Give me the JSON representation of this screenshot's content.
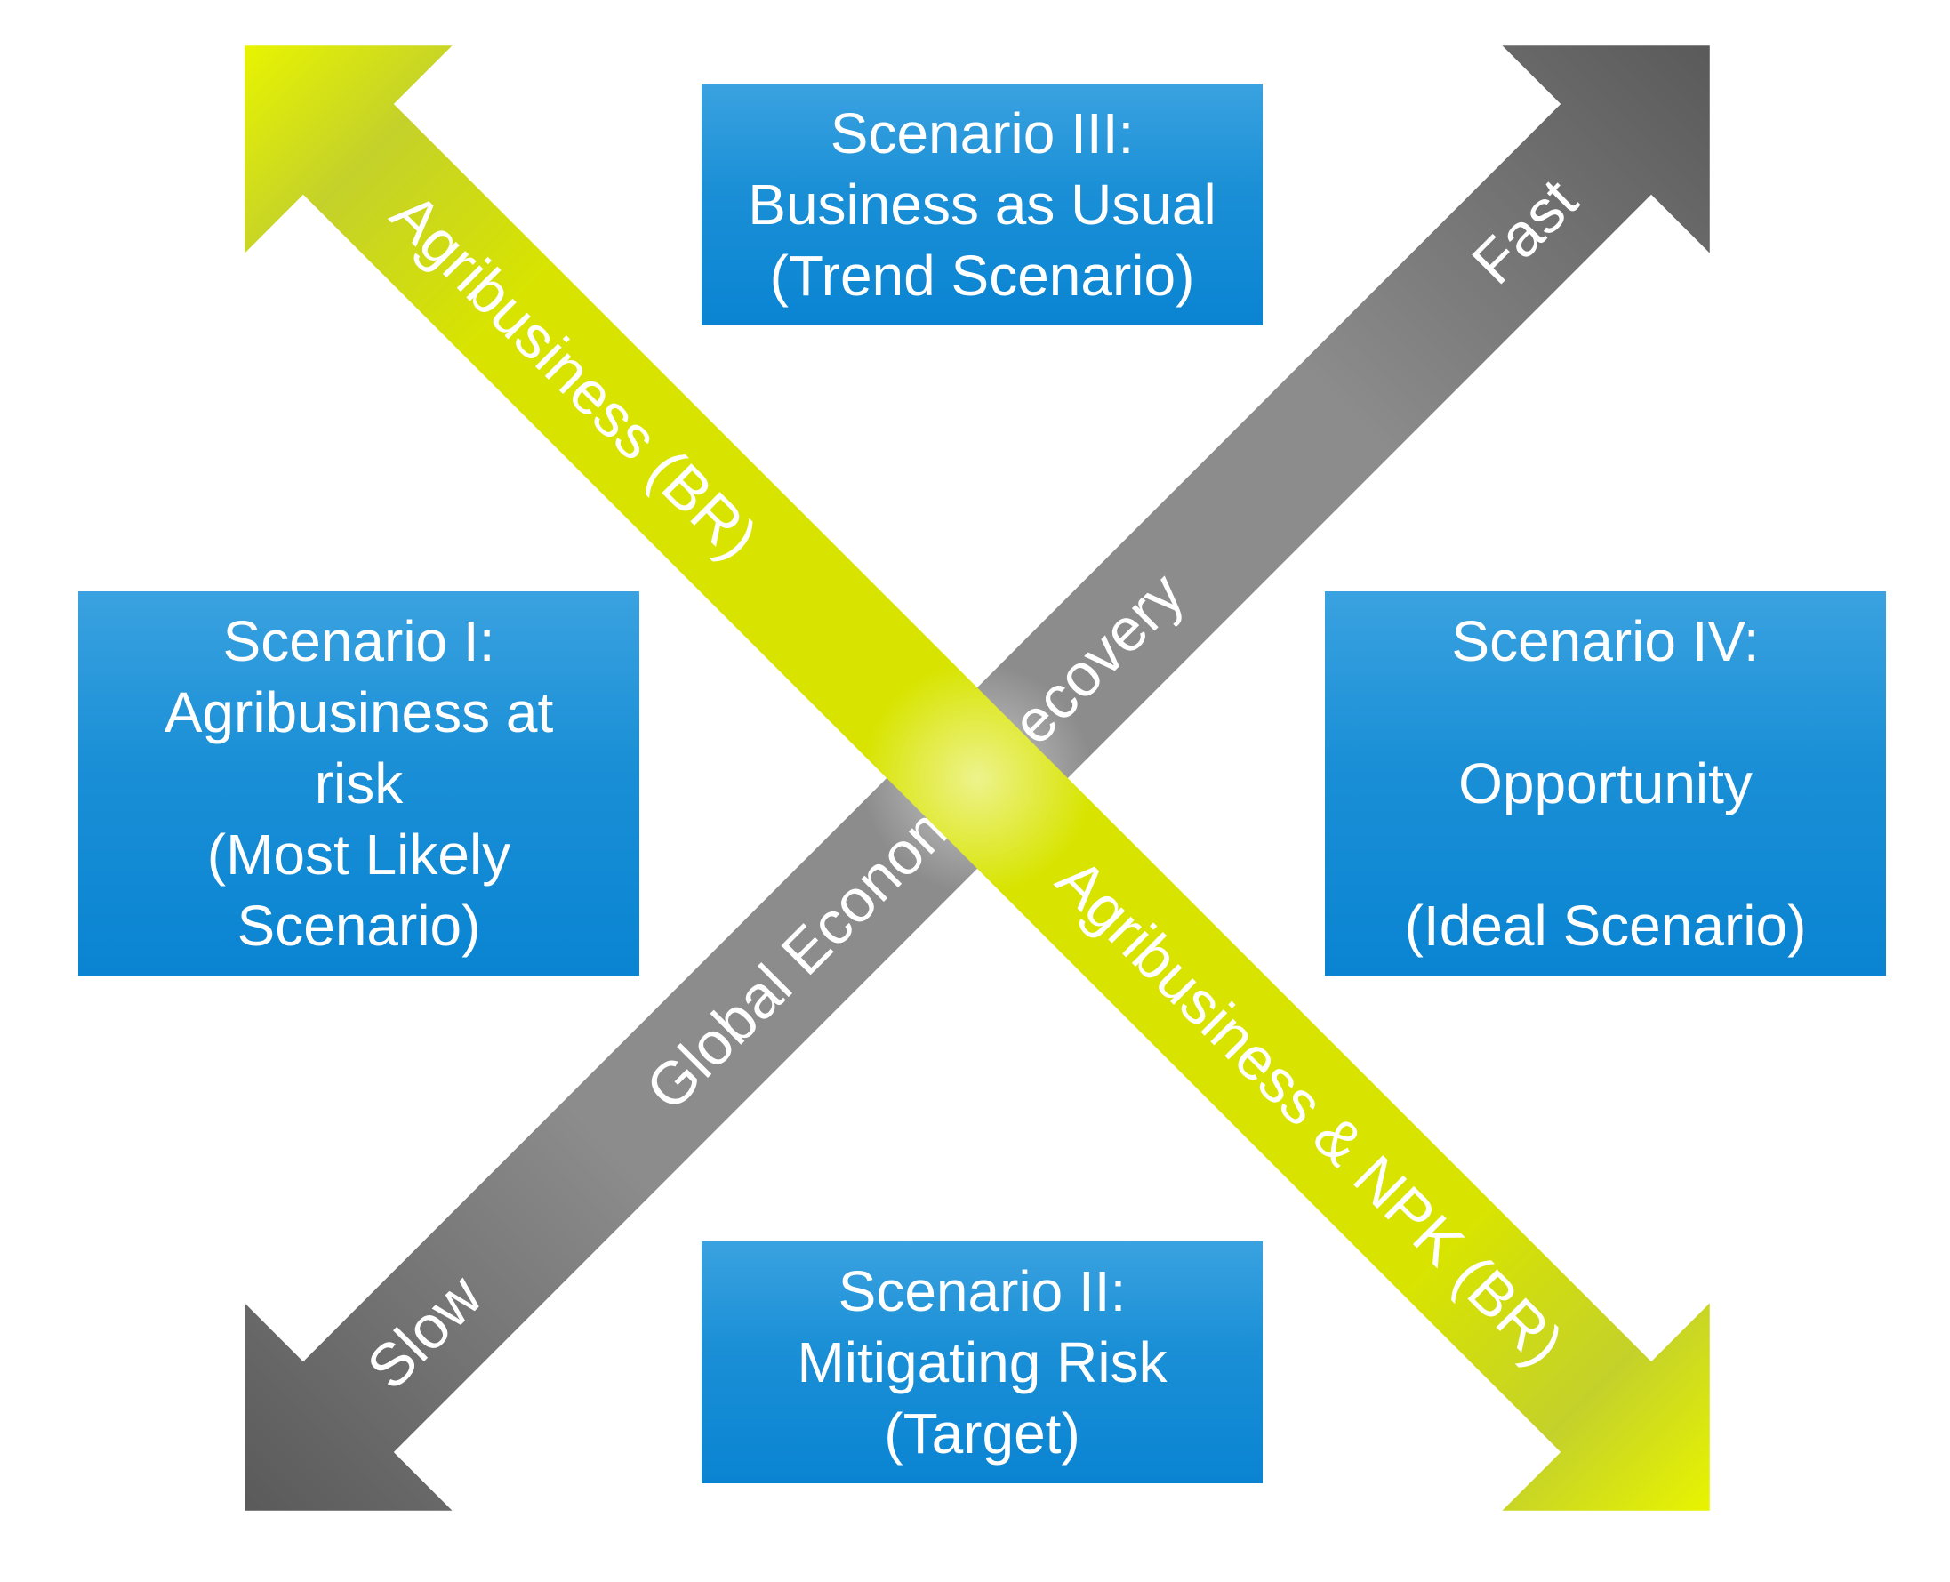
{
  "axes": {
    "agribusiness_upper_label": "Agribusiness  (BR)",
    "agribusiness_lower_label": "Agribusiness & NPK (BR)",
    "recovery_label": "Global Economic Recovery",
    "fast_label": "Fast",
    "slow_label": "Slow"
  },
  "scenarios": {
    "s3": {
      "line1": "Scenario III:",
      "line2": "Business as Usual",
      "line3": "(Trend Scenario)"
    },
    "s1": {
      "line1": "Scenario I:",
      "line2": "Agribusiness at",
      "line3": "risk",
      "line4": "(Most Likely",
      "line5": "Scenario)"
    },
    "s4": {
      "line1": "Scenario IV:",
      "line2": "Opportunity",
      "line3": "(Ideal Scenario)"
    },
    "s2": {
      "line1": "Scenario II:",
      "line2": "Mitigating Risk",
      "line3": "(Target)"
    }
  },
  "colors": {
    "box_blue": "#1a8fd6",
    "arrow_yellow_green": "#d6e000",
    "arrow_gray": "#8a8a8a",
    "arrow_dark_gray": "#555555"
  }
}
